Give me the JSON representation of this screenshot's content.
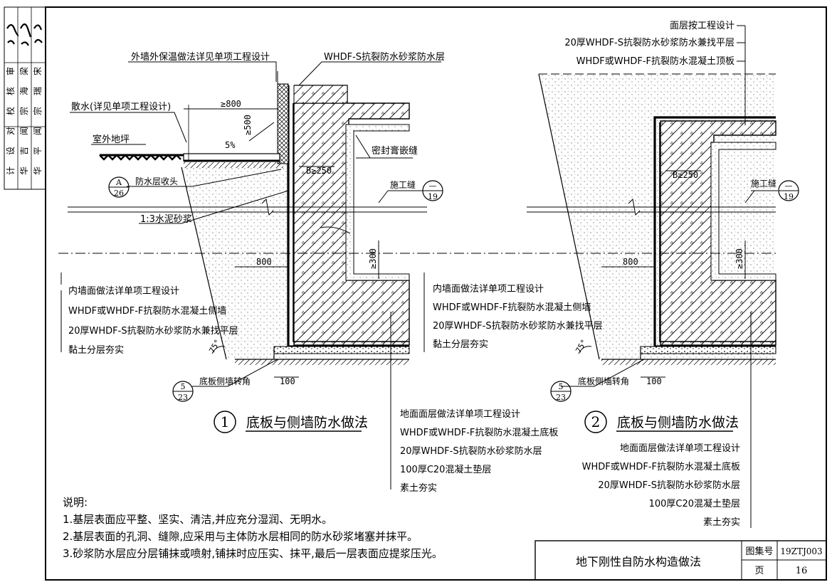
{
  "left_strip": {
    "column1": [
      "审",
      "核",
      "校",
      "对",
      "设",
      "计"
    ],
    "column2": [
      "梁",
      "海",
      "宗",
      "闻",
      "吉",
      "华"
    ],
    "column3": [
      "宋",
      "瑞",
      "宗",
      "闻",
      "平",
      "华"
    ]
  },
  "detail1": {
    "number": "1",
    "title": "底板与侧墙防水做法",
    "top_labels": {
      "insulation": "外墙外保温做法详见单项工程设计",
      "mortar_layer": "WHDF-S抗裂防水砂浆防水层",
      "apron": "散水(详见单项工程设计)",
      "outdoor_ground": "室外地坪",
      "sealant": "密封膏嵌缝",
      "edge_finish": "防水层收头",
      "cement_mortar": "1:3水泥砂浆",
      "construction_joint": "施工缝"
    },
    "dims": {
      "d800_top": "≥800",
      "d500": "≥500",
      "slope": "5%",
      "b250": "B≥250",
      "d800": "800",
      "d300": "≥300",
      "d100": "100",
      "angle": "75°"
    },
    "refs": {
      "a26_top": "A",
      "a26_bottom": "26",
      "j19_top": "—",
      "j19_bottom": "19",
      "c523_top": "5",
      "c523_bottom": "23"
    },
    "wall_callouts": [
      "内墙面做法详单项工程设计",
      "WHDF或WHDF-F抗裂防水混凝土侧墙",
      "20厚WHDF-S抗裂防水砂浆防水兼找平层",
      "黏土分层夯实"
    ],
    "corner_label": "底板侧墙转角",
    "floor_callouts": [
      "地面面层做法详单项工程设计",
      "WHDF或WHDF-F抗裂防水混凝土底板",
      "20厚WHDF-S抗裂防水砂浆防水层",
      "100厚C20混凝土垫层",
      "素土夯实"
    ]
  },
  "detail2": {
    "number": "2",
    "title": "底板与侧墙防水做法",
    "roof_callouts": [
      "面层按工程设计",
      "20厚WHDF-S抗裂防水砂浆防水兼找平层",
      "WHDF或WHDF-F抗裂防水混凝土顶板"
    ],
    "dims": {
      "b250": "B≥250",
      "d800": "800",
      "d300": "≥300",
      "d100": "100",
      "angle": "75°"
    },
    "construction_joint": "施工缝",
    "refs": {
      "j19_top": "—",
      "j19_bottom": "19",
      "c523_top": "5",
      "c523_bottom": "23"
    },
    "wall_callouts": [
      "内墙面做法详单项工程设计",
      "WHDF或WHDF-F抗裂防水混凝土侧墙",
      "20厚WHDF-S抗裂防水砂浆防水兼找平层",
      "黏土分层夯实"
    ],
    "corner_label": "底板侧墙转角",
    "floor_callouts": [
      "地面面层做法详单项工程设计",
      "WHDF或WHDF-F抗裂防水混凝土底板",
      "20厚WHDF-S抗裂防水砂浆防水层",
      "100厚C20混凝土垫层",
      "素土夯实"
    ]
  },
  "notes": {
    "heading": "说明:",
    "items": [
      "1.基层表面应平整、坚实、清洁,并应充分湿润、无明水。",
      "2.基层表面的孔洞、缝隙,应采用与主体防水层相同的防水砂浆堵塞并抹平。",
      "3.砂浆防水层应分层铺抹或喷射,铺抹时应压实、抹平,最后一层表面应提浆压光。"
    ]
  },
  "title_block": {
    "drawing_title": "地下刚性自防水构造做法",
    "atlas_label": "图集号",
    "atlas_no": "19ZTJ003",
    "page_label": "页",
    "page_no": "16"
  }
}
